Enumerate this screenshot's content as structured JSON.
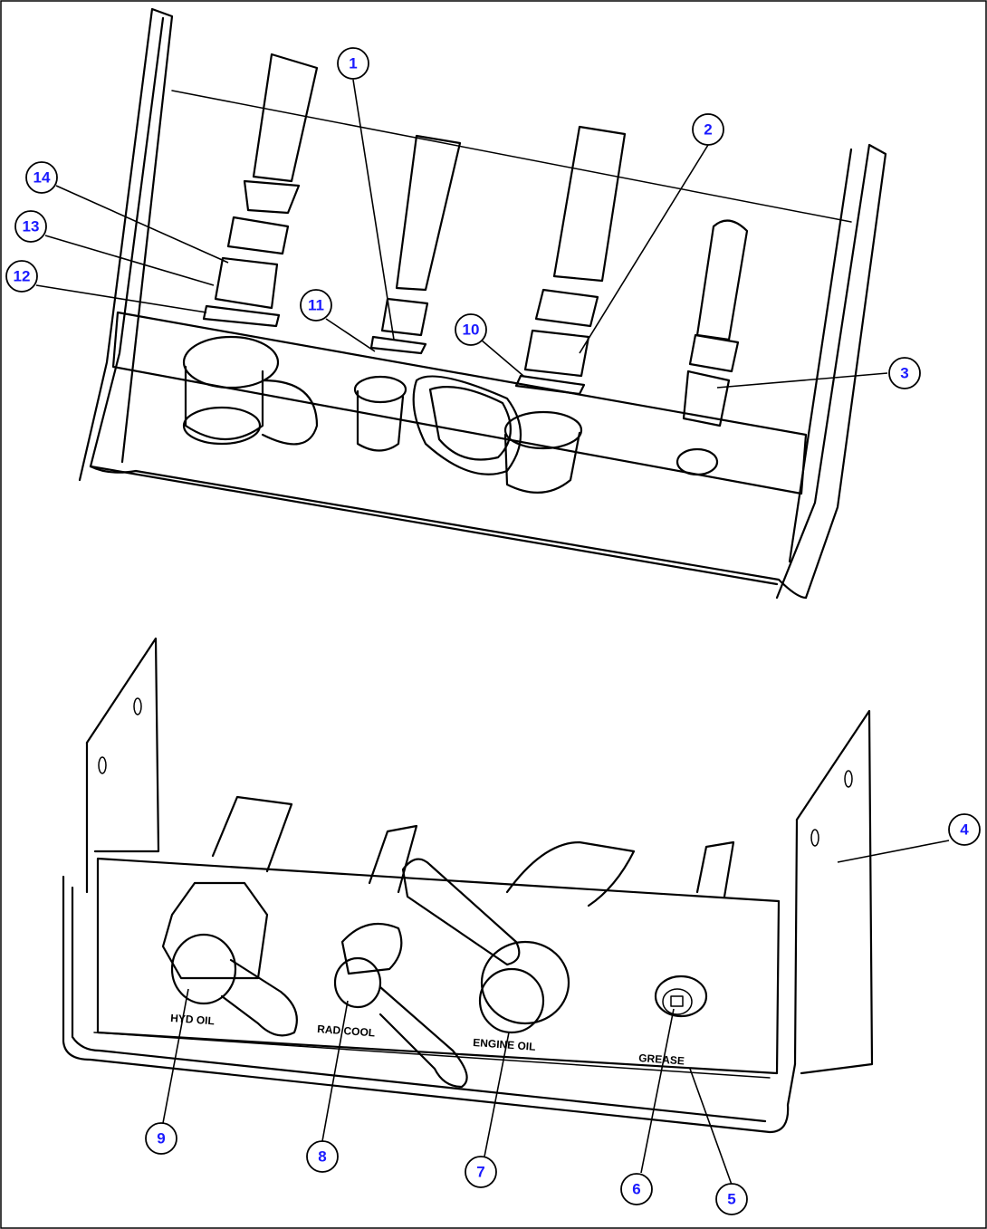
{
  "colors": {
    "line": "#000000",
    "callout_text": "#1a1aff",
    "background": "#ffffff"
  },
  "callouts": [
    "1",
    "2",
    "3",
    "4",
    "5",
    "6",
    "7",
    "8",
    "9",
    "10",
    "11",
    "12",
    "13",
    "14"
  ],
  "panel_labels": {
    "hyd_oil": "HYD OIL",
    "rad_cool": "RAD COOL",
    "engine_oil": "ENGINE OIL",
    "grease": "GREASE"
  }
}
